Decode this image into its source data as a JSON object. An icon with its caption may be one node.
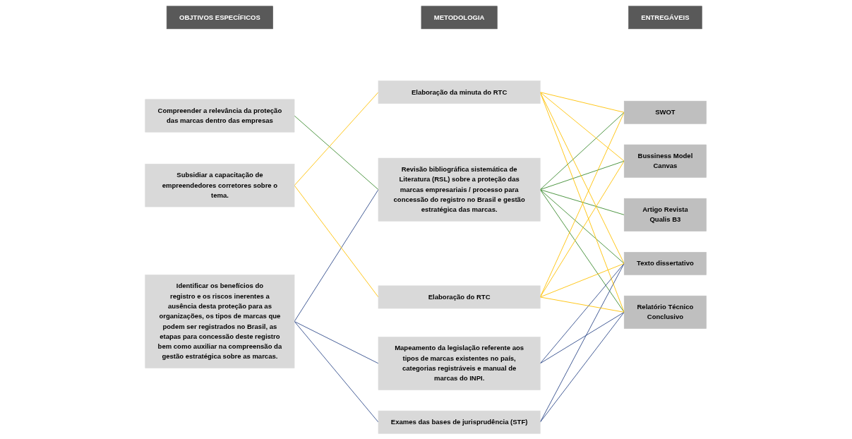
{
  "diagram": {
    "nodes": [
      {
        "text": [
          "OBJTIVOS ESPECÍFICOS"
        ]
      },
      {
        "text": [
          "METODOLOGIA"
        ]
      },
      {
        "text": [
          "ENTREGÁVEIS"
        ]
      },
      {
        "text": [
          "Compreender a relevância da proteção das marcas dentro das empresas"
        ]
      },
      {
        "text": [
          "Identificar os benefícios do registro e os riscos inerentes a ausência desta proteção para as organizações, os tipos de marcas que podem ser registrados no Brasil,  as etapas para concessão deste registro bem como auxiliar na compreensão da gestão estratégica sobre as marcas."
        ]
      },
      {
        "text": [
          "Subsidiar a capacitação de empreendedores corretores sobre o tema."
        ]
      },
      {
        "text": [
          "Revisão bibliográfica sistemática de Literatura (RSL) sobre a proteção das marcas empresariais / processo para concessão do registro no Brasil e gestão estratégica das marcas."
        ]
      },
      {
        "text": [
          "Mapeamento da legislação referente aos tipos de marcas existentes no país, categorias registráveis e manual de marcas do INPI."
        ]
      },
      {
        "text": [
          "Exames das bases de jurisprudência (STF)"
        ]
      },
      {
        "text": [
          "Elaboração da minuta do RTC"
        ]
      },
      {
        "text": [
          "Elaboração do RTC"
        ]
      },
      {
        "text": [
          "SWOT"
        ]
      },
      {
        "text": [
          "Bussiness Model Canvas"
        ]
      },
      {
        "text": [
          "Artigo Revista Qualis B3"
        ]
      },
      {
        "text": [
          "Texto dissertativo"
        ]
      },
      {
        "text": [
          "Relatório Técnico Conclusivo"
        ]
      }
    ],
    "edges": [
      {
        "from": 3,
        "to": 6,
        "arrow": "none",
        "color": "#3a8a2e"
      },
      {
        "from": 4,
        "to": 6,
        "arrow": "none",
        "color": "#2f4a8a"
      },
      {
        "from": 4,
        "to": 7,
        "arrow": "none",
        "color": "#2f4a8a"
      },
      {
        "from": 4,
        "to": 8,
        "arrow": "none",
        "color": "#2f4a8a"
      },
      {
        "from": 5,
        "to": 9,
        "arrow": "none"
      },
      {
        "from": 5,
        "to": 10,
        "arrow": "none"
      },
      {
        "from": 6,
        "to": 11,
        "arrow": "none",
        "color": "#3a8a2e"
      },
      {
        "from": 6,
        "to": 12,
        "arrow": "none",
        "color": "#3a8a2e"
      },
      {
        "from": 6,
        "to": 13,
        "arrow": "none",
        "color": "#3a8a2e"
      },
      {
        "from": 6,
        "to": 14,
        "arrow": "none",
        "color": "#3a8a2e"
      },
      {
        "from": 6,
        "to": 15,
        "arrow": "none",
        "color": "#3a8a2e"
      },
      {
        "from": 7,
        "to": 14,
        "arrow": "none",
        "color": "#2f4a8a"
      },
      {
        "from": 7,
        "to": 15,
        "arrow": "none",
        "color": "#2f4a8a"
      },
      {
        "from": 8,
        "to": 14,
        "arrow": "none",
        "color": "#2f4a8a"
      },
      {
        "from": 8,
        "to": 15,
        "arrow": "none",
        "color": "#2f4a8a"
      },
      {
        "from": 9,
        "to": 11,
        "arrow": "none"
      },
      {
        "from": 9,
        "to": 12,
        "arrow": "none"
      },
      {
        "from": 9,
        "to": 14,
        "arrow": "none"
      },
      {
        "from": 9,
        "to": 15,
        "arrow": "none"
      },
      {
        "from": 10,
        "to": 11,
        "arrow": "none"
      },
      {
        "from": 10,
        "to": 12,
        "arrow": "none"
      },
      {
        "from": 10,
        "to": 14,
        "arrow": "none"
      },
      {
        "from": 10,
        "to": 15,
        "arrow": "none"
      }
    ]
  }
}
